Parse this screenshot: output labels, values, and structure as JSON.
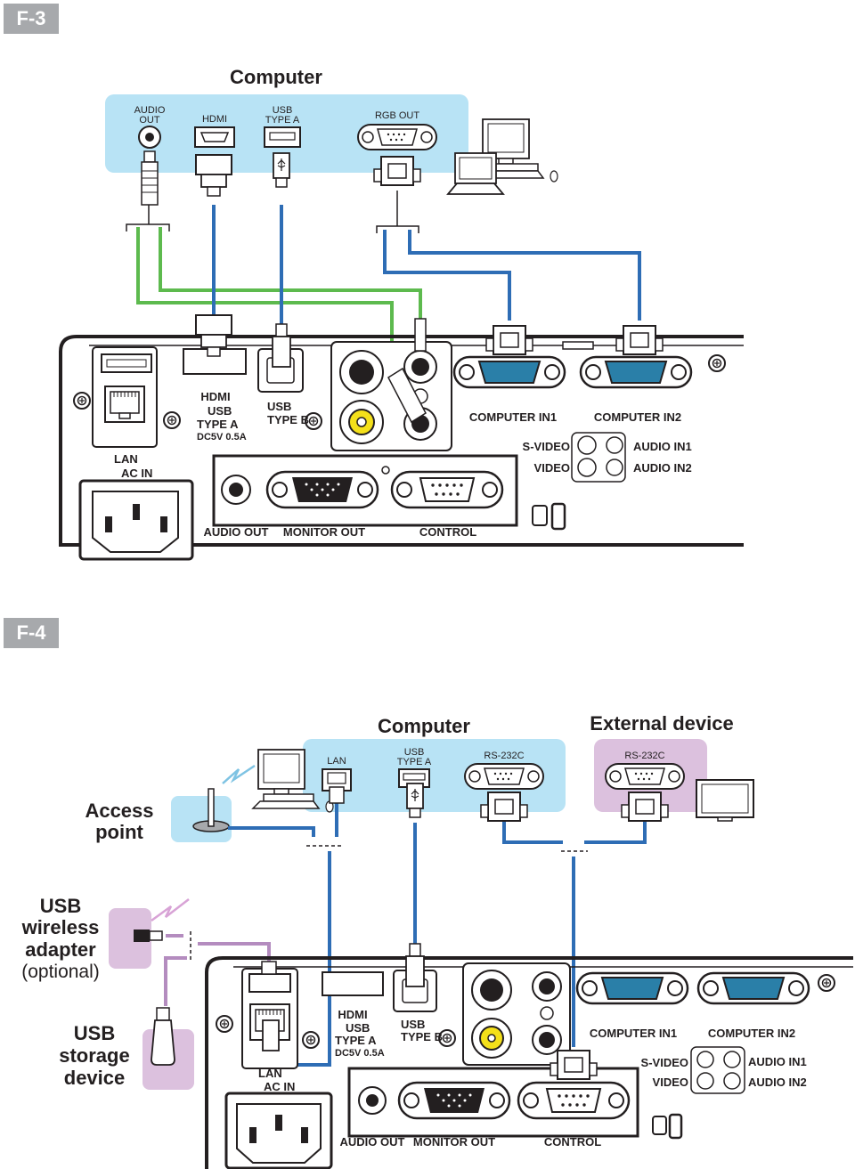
{
  "figures": {
    "f3": {
      "badge": "F-3",
      "computer_title": "Computer",
      "computer_ports": {
        "audio_out_1": "AUDIO",
        "audio_out_2": "OUT",
        "hdmi": "HDMI",
        "usb_1": "USB",
        "usb_2": "TYPE A",
        "rgb_out": "RGB OUT"
      },
      "projector": {
        "hdmi": "HDMI",
        "usb_type_a_1": "USB",
        "usb_type_a_2": "TYPE A",
        "usb_type_a_3": "DC5V 0.5A",
        "usb_type_b_1": "USB",
        "usb_type_b_2": "TYPE B",
        "lan": "LAN",
        "ac_in": "AC IN",
        "computer_in1": "COMPUTER IN1",
        "computer_in2": "COMPUTER IN2",
        "s_video": "S-VIDEO",
        "video": "VIDEO",
        "audio_in1": "AUDIO IN1",
        "audio_in2": "AUDIO IN2",
        "audio_out": "AUDIO OUT",
        "monitor_out": "MONITOR OUT",
        "control": "CONTROL"
      }
    },
    "f4": {
      "badge": "F-4",
      "computer_title": "Computer",
      "external_title": "External device",
      "access_point_1": "Access",
      "access_point_2": "point",
      "usb_wireless_1": "USB",
      "usb_wireless_2": "wireless",
      "usb_wireless_3": "adapter",
      "usb_wireless_4": "(optional)",
      "usb_storage_1": "USB",
      "usb_storage_2": "storage",
      "usb_storage_3": "device",
      "computer_ports": {
        "lan": "LAN",
        "usb_1": "USB",
        "usb_2": "TYPE A",
        "rs232c": "RS-232C"
      },
      "external_ports": {
        "rs232c": "RS-232C"
      },
      "projector": {
        "hdmi": "HDMI",
        "usb_type_a_1": "USB",
        "usb_type_a_2": "TYPE A",
        "usb_type_a_3": "DC5V 0.5A",
        "usb_type_b_1": "USB",
        "usb_type_b_2": "TYPE B",
        "lan": "LAN",
        "ac_in": "AC IN",
        "computer_in1": "COMPUTER IN1",
        "computer_in2": "COMPUTER IN2",
        "s_video": "S-VIDEO",
        "video": "VIDEO",
        "audio_in1": "AUDIO IN1",
        "audio_in2": "AUDIO IN2",
        "audio_out": "AUDIO OUT",
        "monitor_out": "MONITOR OUT",
        "control": "CONTROL"
      }
    }
  },
  "colors": {
    "blue_cable": "#2e6db5",
    "green_cable": "#5dba4e",
    "purple_cable": "#b48cbf",
    "computer_panel": "#b8e3f5",
    "external_panel": "#dcc1de",
    "badge": "#a7a9ac",
    "port_blue": "#2a7fa8"
  }
}
